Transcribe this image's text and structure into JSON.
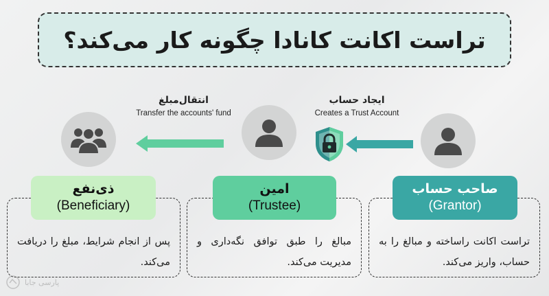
{
  "title": "تراست اکانت کانادا چگونه کار می‌کند؟",
  "steps": [
    {
      "fa": "ایجاد حساب",
      "en": "Creates a Trust Account"
    },
    {
      "fa": "انتقال‌مبلغ",
      "en": "Transfer the accounts' fund"
    }
  ],
  "roles": {
    "grantor": {
      "fa": "صاحب حساب",
      "en": "(Grantor)",
      "color": "#3aa7a4",
      "desc": "تراست اکانت راساخته و مبالغ را به حساب، واریز می‌کند."
    },
    "trustee": {
      "fa": "امین",
      "en": "(Trustee)",
      "color": "#5fce9e",
      "desc": "مبالغ را طبق توافق نگه‌داری و مدیریت می‌کند."
    },
    "beneficiary": {
      "fa": "ذی‌نفع",
      "en": "(Beneficiary)",
      "color": "#c9f0c4",
      "desc": "پس از انجام شرایط، مبلغ را دریافت می‌کند."
    }
  },
  "icons": {
    "grantor_avatar": "person-icon",
    "trustee_avatar": "person-icon",
    "beneficiary_avatar": "group-icon",
    "trust_shield": "shield-lock-icon"
  },
  "colors": {
    "arrow_teal": "#3aa7a4",
    "arrow_green": "#5fce9e",
    "title_bg": "#d8ece9",
    "avatar_bg": "#d3d4d4",
    "avatar_fg": "#4a4a4a"
  },
  "watermark": "پارسی جابا"
}
